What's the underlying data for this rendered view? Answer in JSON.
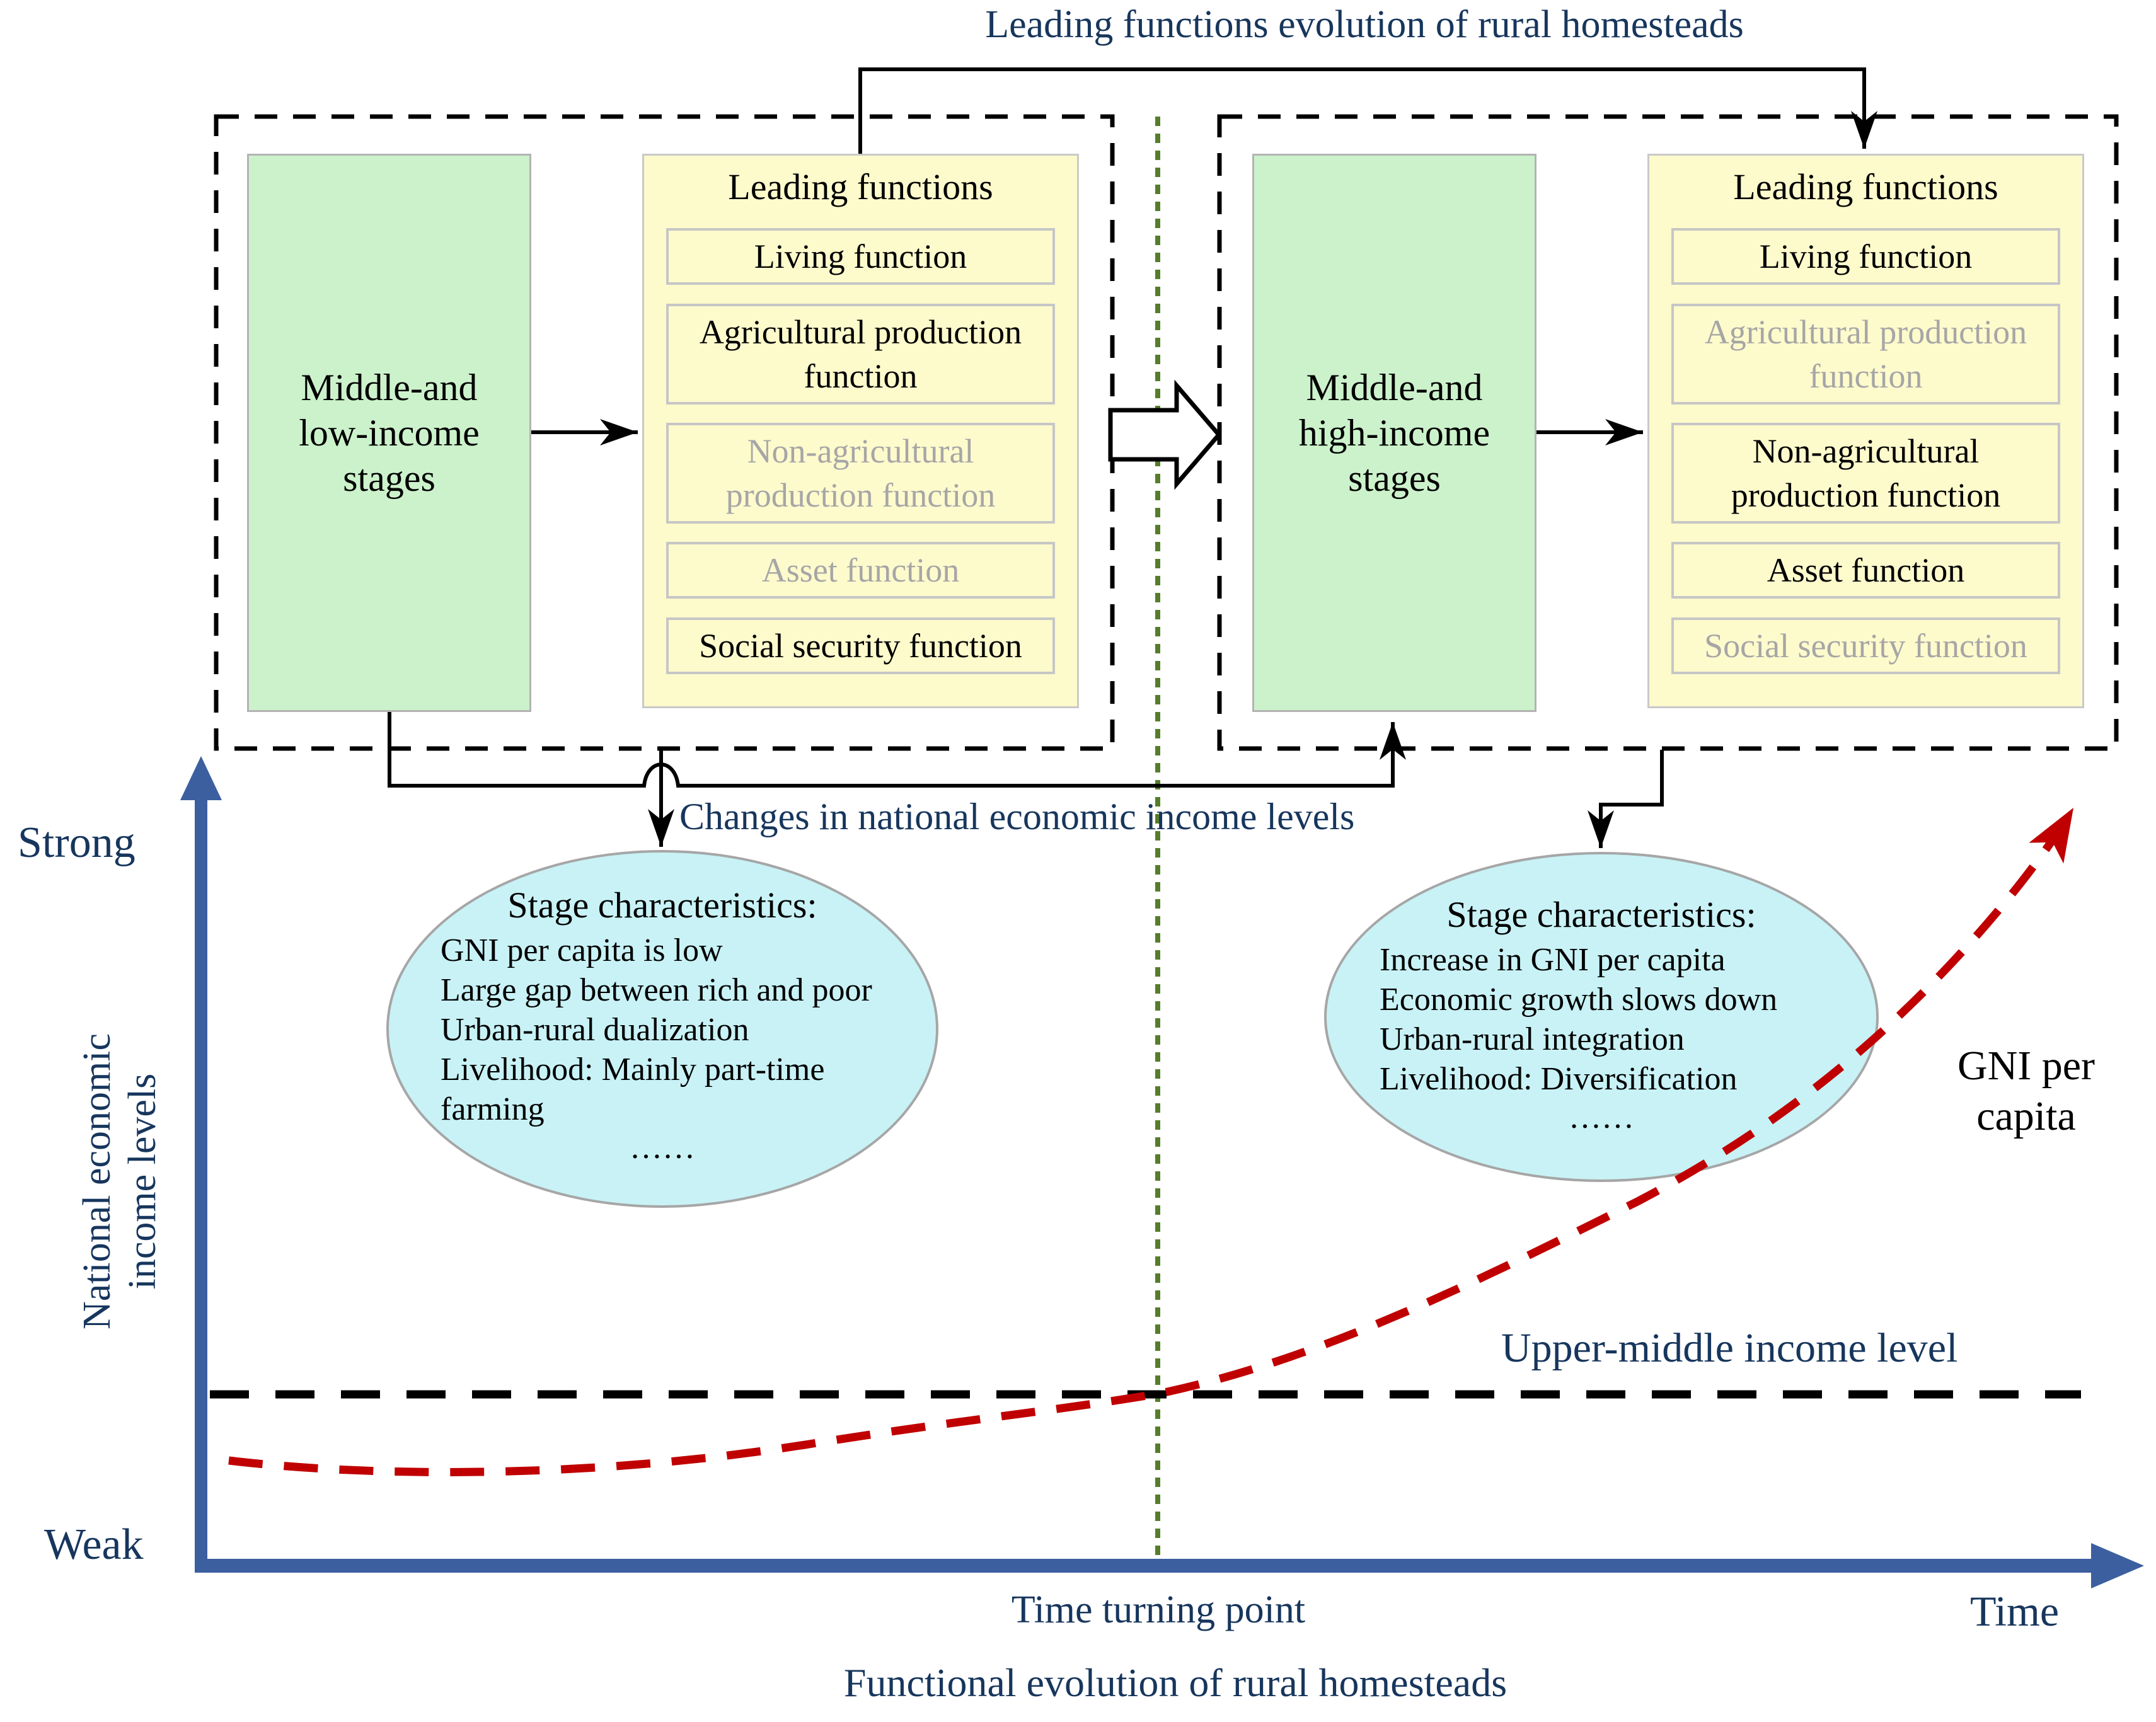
{
  "top": {
    "title": "Leading functions evolution of rural homesteads"
  },
  "panels": [
    {
      "stage_lines": [
        "Middle-and",
        "low-income",
        "stages"
      ],
      "functions_title": "Leading functions",
      "functions": [
        {
          "label": "Living function"
        },
        {
          "label": "Agricultural production function"
        },
        {
          "label": "Non-agricultural production function"
        },
        {
          "label": "Asset function"
        },
        {
          "label": "Social security function"
        }
      ]
    },
    {
      "stage_lines": [
        "Middle-and",
        "high-income",
        "stages"
      ],
      "functions_title": "Leading functions",
      "functions": [
        {
          "label": "Living function"
        },
        {
          "label": "Agricultural production function"
        },
        {
          "label": "Non-agricultural production function"
        },
        {
          "label": "Asset function"
        },
        {
          "label": "Social security function"
        }
      ]
    }
  ],
  "connector_label": "Changes in national economic income levels",
  "ellipses": [
    {
      "title": "Stage characteristics:",
      "lines": [
        "GNI per capita  is low",
        "Large gap between rich and poor",
        "Urban-rural dualization",
        "Livelihood: Mainly part-time",
        "farming"
      ],
      "dots": "……"
    },
    {
      "title": "Stage characteristics:",
      "lines": [
        "Increase in GNI per capita",
        "Economic growth slows down",
        "Urban-rural integration",
        "Livelihood: Diversification"
      ],
      "dots": "……"
    }
  ],
  "graph": {
    "strong": "Strong",
    "weak": "Weak",
    "y_label_line1": "National economic",
    "y_label_line2": "income levels",
    "gni_line1": "GNI per",
    "gni_line2": "capita",
    "upper_middle": "Upper-middle income level",
    "turning_point": "Time turning point",
    "time": "Time",
    "caption": "Functional evolution of rural homesteads"
  },
  "colors": {
    "navy_text": "#17365D",
    "axis_blue": "#3C5F9F",
    "gni_curve_red": "#C00000",
    "turning_line_green": "#567D2B",
    "stage_green": "#CCF2CB",
    "functions_yellow": "#FDFACC",
    "ellipse_cyan": "#C8F2F6",
    "inactive_gray": "#A6A6A6"
  }
}
